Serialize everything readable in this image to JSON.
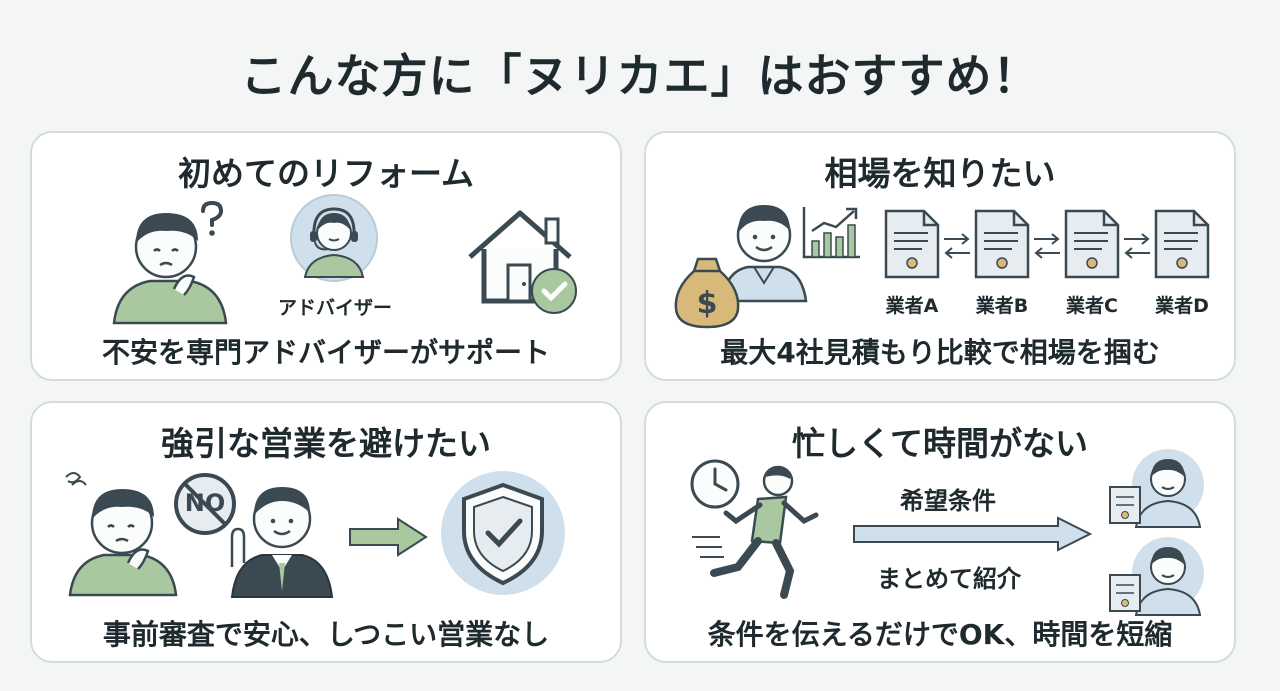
{
  "title": "こんな方に「ヌリカエ」はおすすめ！",
  "cards": [
    {
      "title": "初めてのリフォーム",
      "caption": "不安を専門アドバイザーがサポート",
      "advisor_label": "アドバイザー",
      "icons": [
        "confused-man-icon",
        "question-mark-icon",
        "advisor-headset-icon",
        "house-check-icon"
      ]
    },
    {
      "title": "相場を知りたい",
      "caption": "最大4社見積もり比較で相場を掴む",
      "vendors": [
        "業者A",
        "業者B",
        "業者C",
        "業者D"
      ],
      "icons": [
        "man-icon",
        "money-bag-icon",
        "growth-chart-icon",
        "document-icon",
        "swap-arrows-icon"
      ]
    },
    {
      "title": "強引な営業を避けたい",
      "caption": "事前審査で安心、しつこい営業なし",
      "no_text": "NO",
      "icons": [
        "worried-man-icon",
        "no-sign-icon",
        "salesman-icon",
        "arrow-right-icon",
        "shield-check-icon"
      ]
    },
    {
      "title": "忙しくて時間がない",
      "caption": "条件を伝えるだけでOK、時間を短縮",
      "arrow_top_label": "希望条件",
      "arrow_bottom_label": "まとめて紹介",
      "icons": [
        "clock-icon",
        "running-man-icon",
        "arrow-right-icon",
        "contractor-icon"
      ]
    }
  ],
  "colors": {
    "accent_green": "#a9c8a0",
    "accent_blue": "#cfe0ec",
    "outline": "#3b4a52"
  }
}
